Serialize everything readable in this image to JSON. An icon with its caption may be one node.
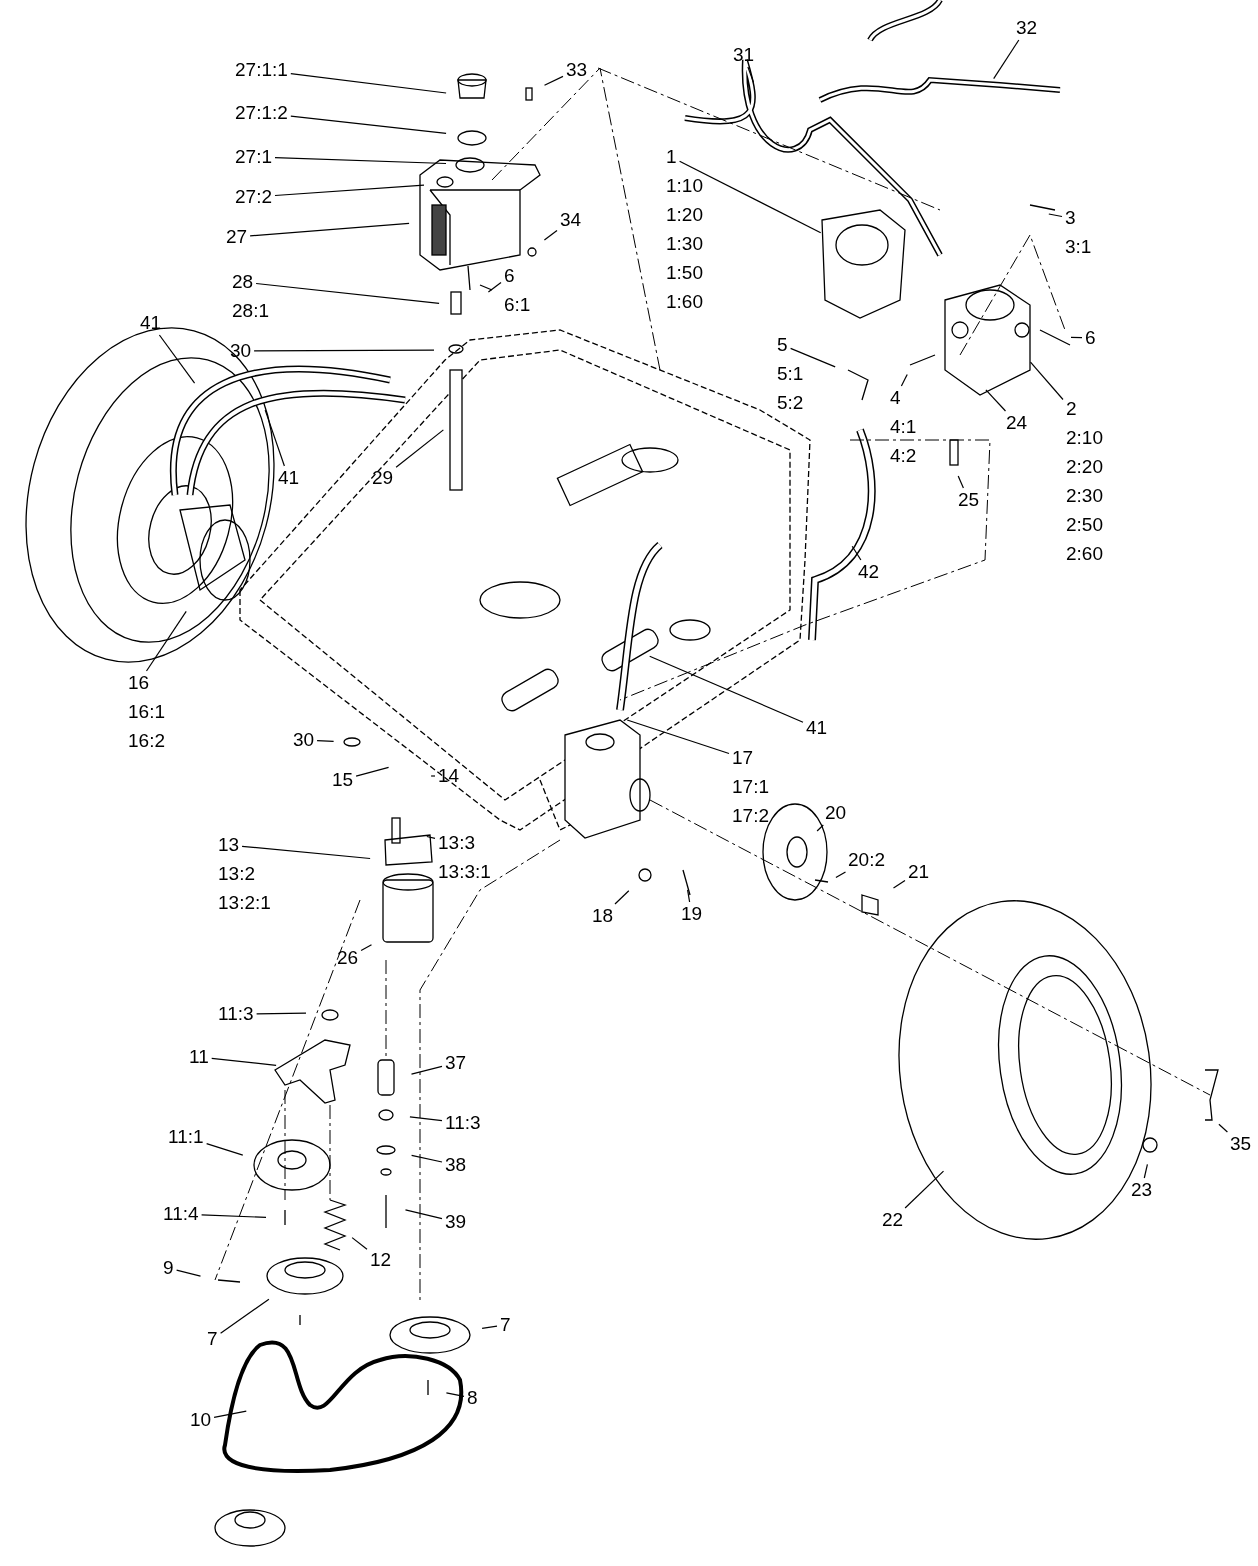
{
  "diagram": {
    "nodes": [
      {
        "text": [
          "27:1:1"
        ]
      },
      {
        "text": [
          "27:1:2"
        ]
      },
      {
        "text": [
          "27:1"
        ]
      },
      {
        "text": [
          "27:2"
        ]
      },
      {
        "text": [
          "27"
        ]
      },
      {
        "text": [
          "33"
        ]
      },
      {
        "text": [
          "34"
        ]
      },
      {
        "text": [
          "6"
        ],
        "beside": [
          "6:1"
        ]
      },
      {
        "text": [
          "28"
        ],
        "beside": [
          "28:1"
        ]
      },
      {
        "text": [
          "30"
        ]
      },
      {
        "text": [
          "29"
        ]
      },
      {
        "text": [
          "41"
        ]
      },
      {
        "text": [
          "41"
        ]
      },
      {
        "text": [
          "16"
        ],
        "beside": [
          "16:1",
          "16:2"
        ]
      },
      {
        "text": [
          "31"
        ]
      },
      {
        "text": [
          "32"
        ]
      },
      {
        "text": [
          "1"
        ],
        "beside": [
          "1:10",
          "1:20",
          "1:30",
          "1:50",
          "1:60"
        ]
      },
      {
        "text": [
          "3"
        ],
        "beside": [
          "3:1"
        ]
      },
      {
        "text": [
          "6"
        ]
      },
      {
        "text": [
          "5"
        ],
        "beside": [
          "5:1",
          "5:2"
        ]
      },
      {
        "text": [
          "4"
        ],
        "beside": [
          "4:1",
          "4:2"
        ]
      },
      {
        "text": [
          "24"
        ]
      },
      {
        "text": [
          "2"
        ],
        "beside": [
          "2:10",
          "2:20",
          "2:30",
          "2:50",
          "2:60"
        ]
      },
      {
        "text": [
          "25"
        ]
      },
      {
        "text": [
          "42"
        ]
      },
      {
        "text": [
          "41"
        ]
      },
      {
        "text": [
          "17"
        ],
        "beside": [
          "17:1",
          "17:2"
        ]
      },
      {
        "text": [
          "30"
        ]
      },
      {
        "text": [
          "15"
        ]
      },
      {
        "text": [
          "14"
        ]
      },
      {
        "text": [
          "13"
        ],
        "beside": [
          "13:2",
          "13:2:1"
        ]
      },
      {
        "text": [
          "13:3"
        ],
        "beside": [
          "13:3:1"
        ]
      },
      {
        "text": [
          "26"
        ]
      },
      {
        "text": [
          "18"
        ]
      },
      {
        "text": [
          "19"
        ]
      },
      {
        "text": [
          "20"
        ]
      },
      {
        "text": [
          "20:2"
        ]
      },
      {
        "text": [
          "21"
        ]
      },
      {
        "text": [
          "22"
        ]
      },
      {
        "text": [
          "23"
        ]
      },
      {
        "text": [
          "35"
        ]
      },
      {
        "text": [
          "11:3"
        ]
      },
      {
        "text": [
          "11"
        ]
      },
      {
        "text": [
          "37"
        ]
      },
      {
        "text": [
          "11:3"
        ]
      },
      {
        "text": [
          "38"
        ]
      },
      {
        "text": [
          "11:1"
        ]
      },
      {
        "text": [
          "11:4"
        ]
      },
      {
        "text": [
          "12"
        ]
      },
      {
        "text": [
          "39"
        ]
      },
      {
        "text": [
          "9"
        ]
      },
      {
        "text": [
          "7"
        ]
      },
      {
        "text": [
          "7"
        ]
      },
      {
        "text": [
          "8"
        ]
      },
      {
        "text": [
          "10"
        ]
      }
    ],
    "edges": [
      {
        "from": 0,
        "to": null,
        "arrow": "none"
      },
      {
        "from": 1,
        "to": null,
        "arrow": "none"
      },
      {
        "from": 2,
        "to": null,
        "arrow": "none"
      },
      {
        "from": 3,
        "to": null,
        "arrow": "none"
      },
      {
        "from": 4,
        "to": null,
        "arrow": "none"
      },
      {
        "from": 5,
        "to": null,
        "arrow": "none"
      },
      {
        "from": 6,
        "to": null,
        "arrow": "none"
      },
      {
        "from": 7,
        "to": null,
        "arrow": "none"
      },
      {
        "from": 8,
        "to": null,
        "arrow": "none"
      },
      {
        "from": 9,
        "to": null,
        "arrow": "none"
      },
      {
        "from": 10,
        "to": null,
        "arrow": "none"
      },
      {
        "from": 11,
        "to": null,
        "arrow": "none"
      },
      {
        "from": 12,
        "to": null,
        "arrow": "none"
      },
      {
        "from": 13,
        "to": null,
        "arrow": "none"
      },
      {
        "from": 14,
        "to": null,
        "arrow": "none"
      },
      {
        "from": 15,
        "to": null,
        "arrow": "none"
      },
      {
        "from": 16,
        "to": null,
        "arrow": "none"
      },
      {
        "from": 17,
        "to": null,
        "arrow": "none"
      },
      {
        "from": 18,
        "to": null,
        "arrow": "none"
      },
      {
        "from": 19,
        "to": null,
        "arrow": "none"
      },
      {
        "from": 20,
        "to": null,
        "arrow": "none"
      },
      {
        "from": 21,
        "to": null,
        "arrow": "none"
      },
      {
        "from": 22,
        "to": null,
        "arrow": "none"
      },
      {
        "from": 23,
        "to": null,
        "arrow": "none"
      },
      {
        "from": 24,
        "to": null,
        "arrow": "none"
      },
      {
        "from": 25,
        "to": null,
        "arrow": "none"
      },
      {
        "from": 26,
        "to": null,
        "arrow": "none"
      },
      {
        "from": 27,
        "to": null,
        "arrow": "none"
      },
      {
        "from": 28,
        "to": null,
        "arrow": "none"
      },
      {
        "from": 29,
        "to": null,
        "arrow": "none"
      },
      {
        "from": 30,
        "to": null,
        "arrow": "none"
      },
      {
        "from": 31,
        "to": null,
        "arrow": "none"
      },
      {
        "from": 32,
        "to": null,
        "arrow": "none"
      },
      {
        "from": 33,
        "to": null,
        "arrow": "none"
      },
      {
        "from": 34,
        "to": null,
        "arrow": "none"
      },
      {
        "from": 35,
        "to": null,
        "arrow": "none"
      },
      {
        "from": 36,
        "to": null,
        "arrow": "none"
      },
      {
        "from": 37,
        "to": null,
        "arrow": "none"
      },
      {
        "from": 38,
        "to": null,
        "arrow": "none"
      },
      {
        "from": 39,
        "to": null,
        "arrow": "none"
      },
      {
        "from": 40,
        "to": null,
        "arrow": "none"
      },
      {
        "from": 41,
        "to": null,
        "arrow": "none"
      },
      {
        "from": 42,
        "to": null,
        "arrow": "none"
      },
      {
        "from": 43,
        "to": null,
        "arrow": "none"
      },
      {
        "from": 44,
        "to": null,
        "arrow": "none"
      },
      {
        "from": 45,
        "to": null,
        "arrow": "none"
      },
      {
        "from": 46,
        "to": null,
        "arrow": "none"
      },
      {
        "from": 47,
        "to": null,
        "arrow": "none"
      },
      {
        "from": 48,
        "to": null,
        "arrow": "none"
      },
      {
        "from": 49,
        "to": null,
        "arrow": "none"
      },
      {
        "from": 50,
        "to": null,
        "arrow": "none"
      },
      {
        "from": 51,
        "to": null,
        "arrow": "none"
      },
      {
        "from": 52,
        "to": null,
        "arrow": "none"
      },
      {
        "from": 53,
        "to": null,
        "arrow": "none"
      },
      {
        "from": 54,
        "to": null,
        "arrow": "none"
      }
    ]
  }
}
